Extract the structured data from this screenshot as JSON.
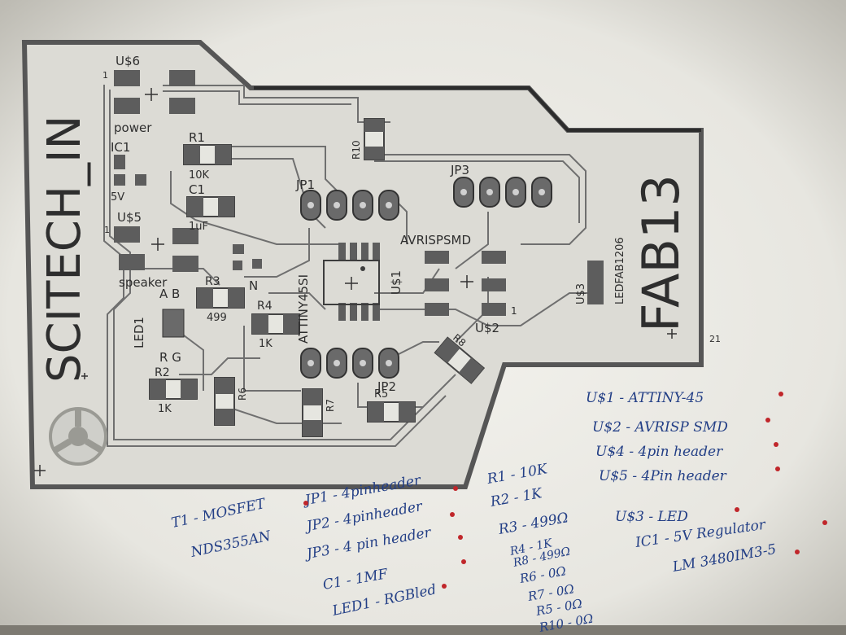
{
  "board": {
    "side_text": "SCITECH_IN",
    "board_name": "FAB13",
    "corner_number": "21",
    "pcb_labels": {
      "u6": "U$6",
      "pin1_u6": "1",
      "power": "power",
      "r1": "R1",
      "r1_val": "10K",
      "ic1": "IC1",
      "ic1_5v": "5V",
      "c1": "C1",
      "c1_val": "1uF",
      "u5": "U$5",
      "pin1_u5": "1",
      "speaker": "speaker",
      "ab": "A  B",
      "r3": "R3",
      "r3_val": "499",
      "n": "N",
      "r4": "R4",
      "r4_val": "1K",
      "led1": "LED1",
      "rg": "R  G",
      "r2": "R2",
      "r2_val": "1K",
      "r6": "R6",
      "r7": "R7",
      "r5": "R5",
      "jp1": "JP1",
      "jp2": "JP2",
      "jp3": "JP3",
      "r10": "R10",
      "r8": "R8",
      "attiny": "ATTINY45SI",
      "u1": "U$1",
      "avrisp": "AVRISPSMD",
      "u2": "U$2",
      "pin1_u2": "1",
      "u3": "U$3",
      "ledfab": "LEDFAB1206"
    }
  },
  "notes": {
    "u1": "U$1 - ATTINY-45",
    "u2": "U$2 - AVRISP SMD",
    "u4": "U$4 - 4pin header",
    "u5": "U$5 - 4Pin header",
    "u3": "U$3 - LED",
    "ic1": "IC1 - 5V Regulator",
    "ic1_part": "LM 3480IM3-5",
    "t1": "T1 - MOSFET",
    "t1_part": "NDS355AN",
    "jp1": "JP1 - 4pinheader",
    "jp2": "JP2 - 4pinheader",
    "jp3": "JP3 - 4 pin header",
    "c1": "C1 - 1MF",
    "led1": "LED1 - RGBled",
    "r1": "R1 - 10K",
    "r2": "R2 - 1K",
    "r3": "R3 - 499Ω",
    "r4": "R4 - 1K",
    "r8": "R8 - 499Ω",
    "r6": "R6 - 0Ω",
    "r7": "R7 - 0Ω",
    "r5": "R5 - 0Ω",
    "r10": "R10 - 0Ω"
  },
  "colors": {
    "paper": "#eeede8",
    "pad": "#5b5b5b",
    "trace": "#3a3a3a",
    "ink": "#233f86",
    "red_ink": "#c0262a"
  }
}
